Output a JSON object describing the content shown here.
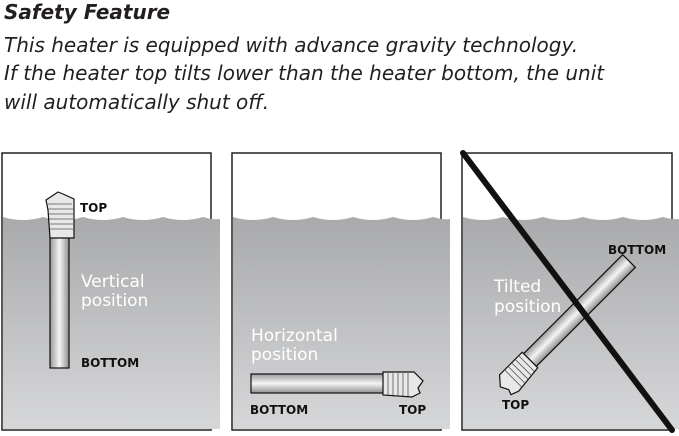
{
  "header": {
    "title": "Safety Feature",
    "lines": [
      "This heater is equipped with advance gravity technology.",
      "If the heater top tilts lower than the heater bottom, the unit",
      "will automatically shut off."
    ]
  },
  "panels": [
    {
      "top_label": "TOP",
      "bottom_label": "BOTTOM",
      "position_line1": "Vertical",
      "position_line2": "position",
      "allowed": true
    },
    {
      "top_label": "TOP",
      "bottom_label": "BOTTOM",
      "position_line1": "Horizontal",
      "position_line2": "position",
      "allowed": true
    },
    {
      "top_label": "TOP",
      "bottom_label": "BOTTOM",
      "position_line1": "Tilted",
      "position_line2": "position",
      "allowed": false
    }
  ],
  "colors": {
    "water_top": "#a9aaac",
    "water_bottom": "#d4d5d7",
    "text": "#231f20"
  }
}
